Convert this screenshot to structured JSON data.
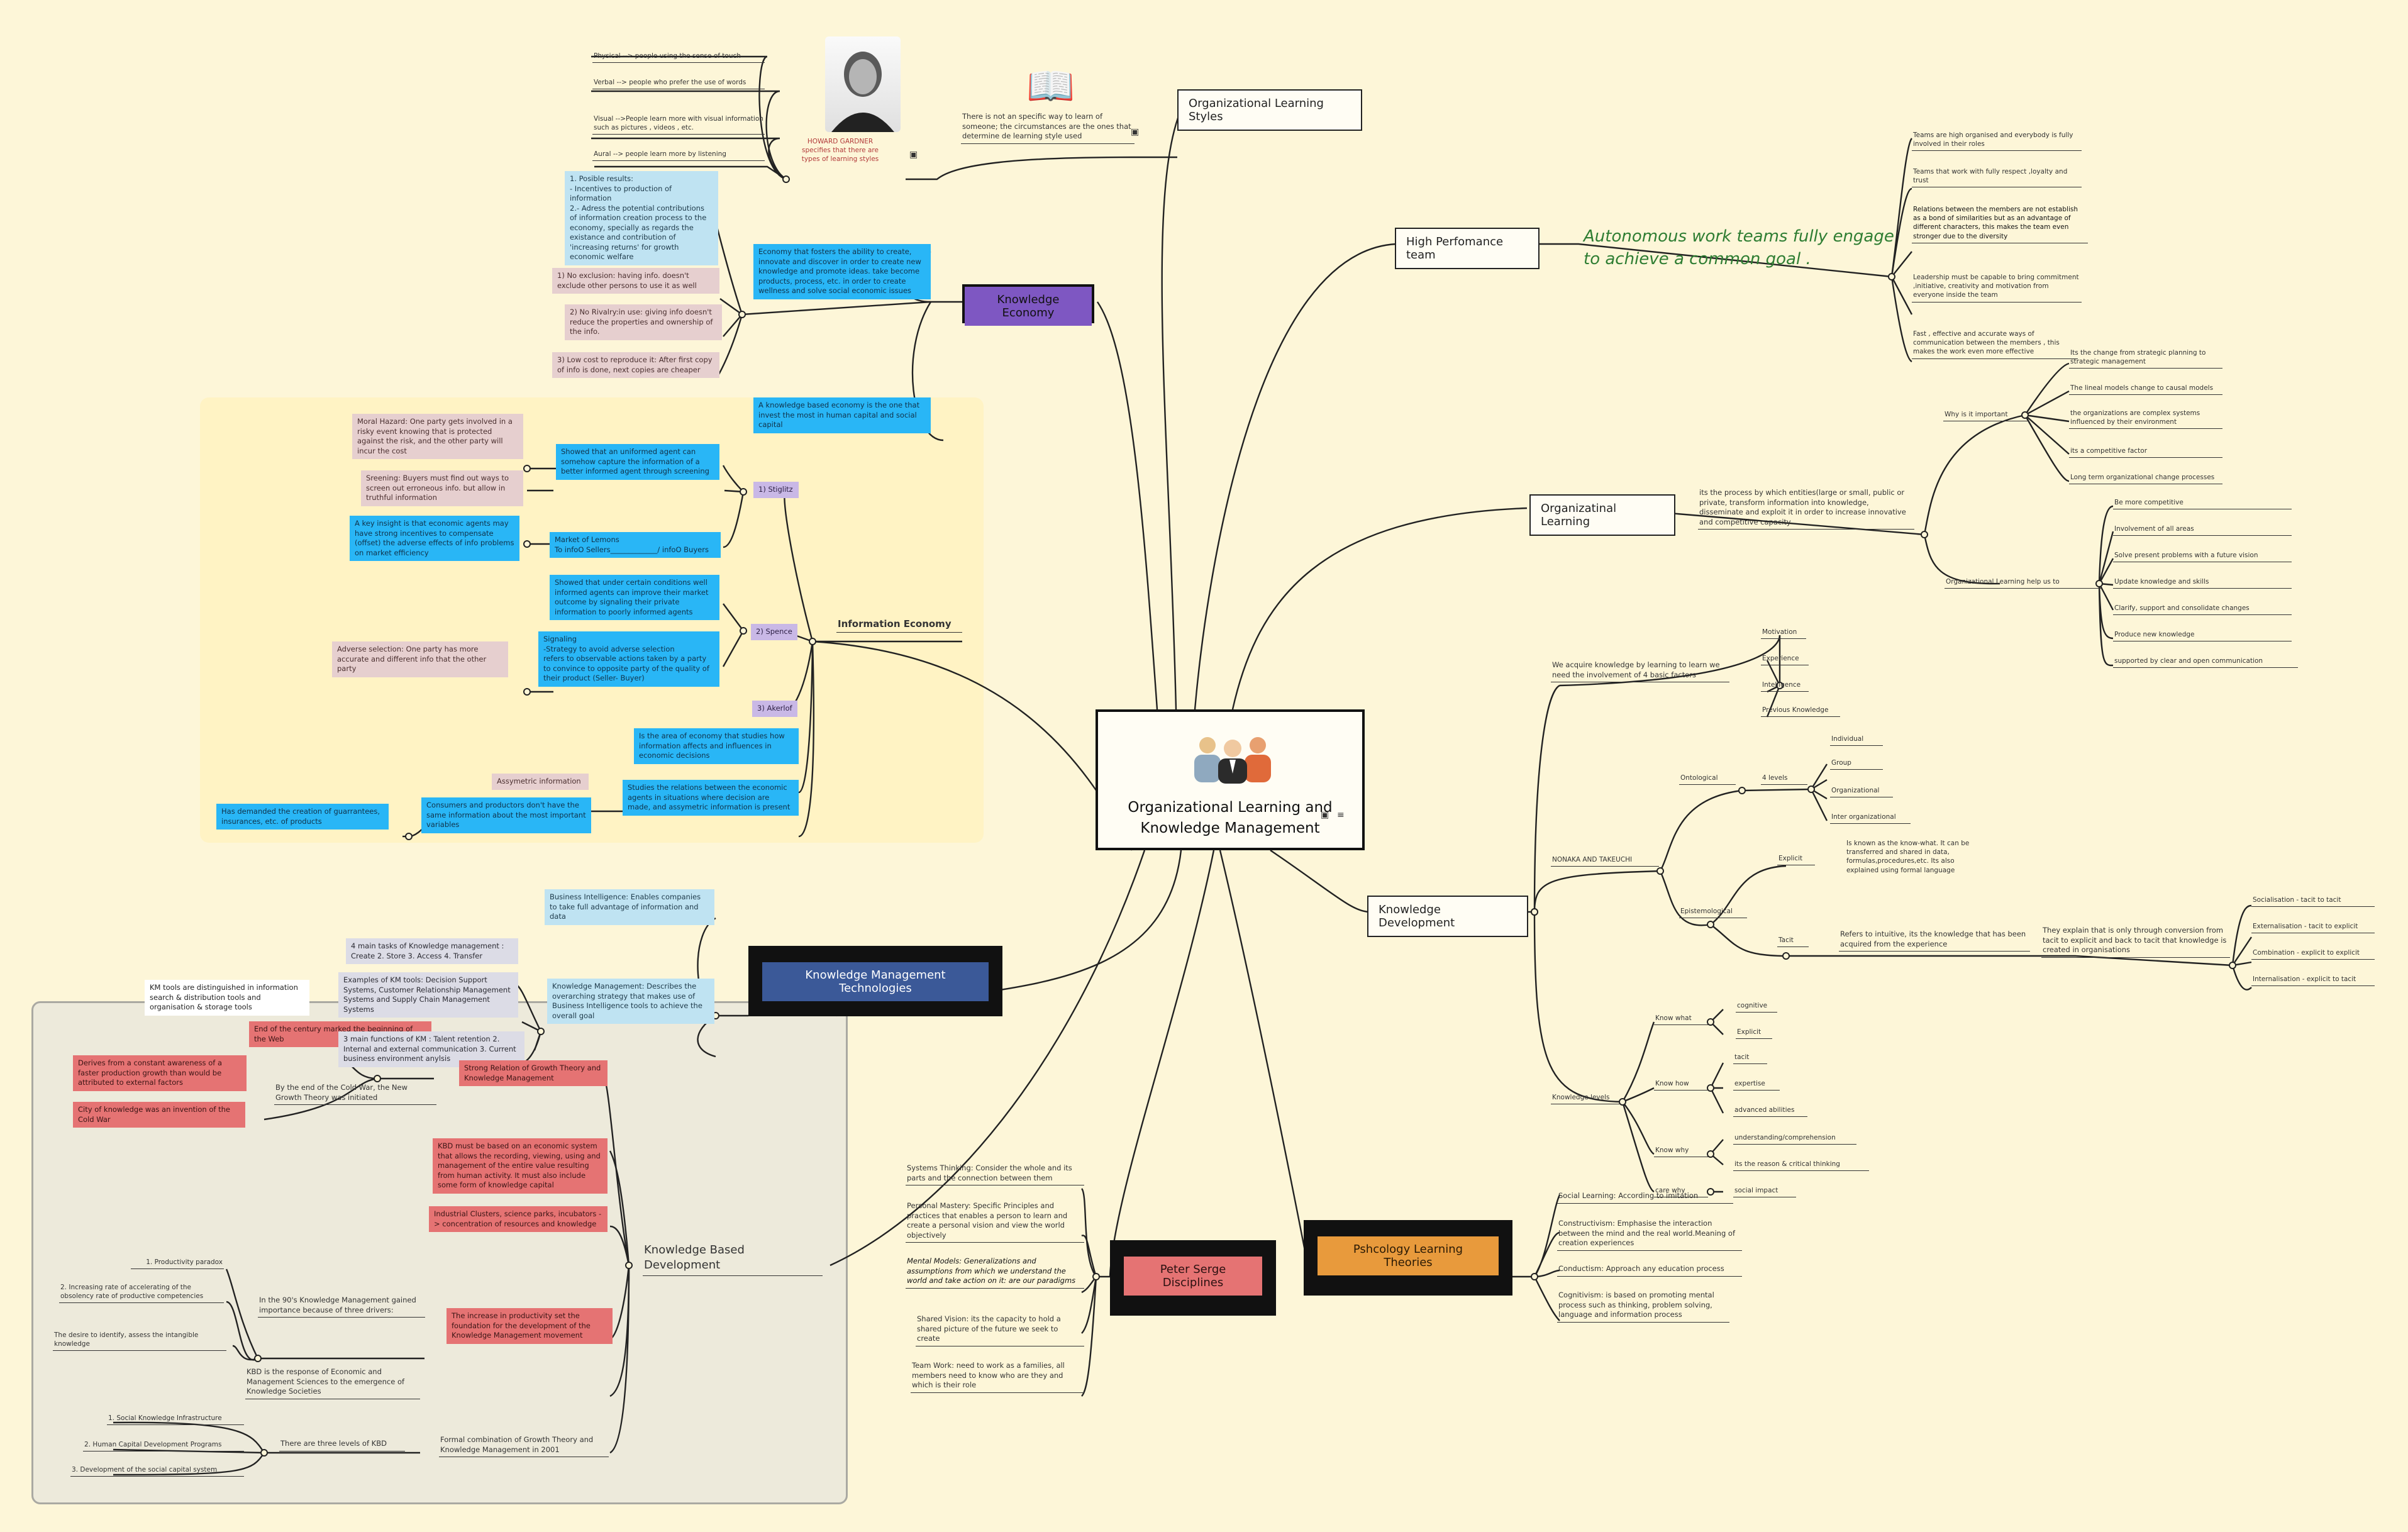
{
  "center": {
    "title": "Organizational Learning and Knowledge Management"
  },
  "branches": {
    "org_learning_styles": {
      "title": "Organizational Learning Styles",
      "intro": "There is not an specific way to learn of someone; the circumstances are the ones that determine de learning style used",
      "gardner": "HOWARD GARDNER specifies that there are types of learning styles",
      "styles": [
        "Physical --> people using the sense of touch",
        "Verbal --> people who prefer the use of words",
        "Visual -->People  learn more with visual information such as pictures , videos , etc.",
        "Aural --> people learn more by listening"
      ]
    },
    "knowledge_economy": {
      "title": "Knowledge Economy",
      "definition": "Economy that fosters the ability to create, innovate and discover in order to create new knowledge and promote ideas. take become products, process, etc. in order to create wellness and solve social economic issues",
      "definition2": "A knowledge based economy is the one that invest the most in human capital and social capital",
      "points": [
        "1. Posible results: \n- Incentives to production of information\n2.- Adress the potential contributions of information creation process to the economy, specially as regards the existance and contribution of 'increasing returns' for growth economic welfare",
        "1) No exclusion: having info. doesn't exclude other persons to use it as well",
        "2) No Rivalry:in use: giving info doesn't reduce the properties and ownership of the info.",
        "3) Low cost to reproduce it: After first copy of info is done, next copies are cheaper"
      ]
    },
    "information_economy": {
      "title": "Information Economy",
      "stiglitz": "1) Stiglitz",
      "spence": "2) Spence",
      "akerlof": "3) Akerlof",
      "stiglitz_text": "Showed that an uniformed agent can somehow capture the information of a better informed agent through screening",
      "moral_hazard": "Moral Hazard: One party gets involved in a risky event knowing that is protected against the risk, and the other party will incur the cost",
      "screening": "Sreening: Buyers must find out ways to screen out erroneous info. but allow in truthful information",
      "lemons": "Market of Lemons\nTo infoO Sellers_____________/ infoO Buyers",
      "insight": "A key insight is that economic agents may have strong incentives to compensate (offset) the adverse effects of info problems on market efficiency",
      "spence_text": "Showed that under certain conditions well informed agents can improve their market outcome by signaling their private information to poorly informed agents",
      "signaling": "Signaling\n-Strategy to avoid adverse selection\nrefers to observable actions taken by a party to convince to opposite party of the quality of their product (Seller- Buyer)",
      "adverse": "Adverse selection: One party has more accurate and different info that the other party",
      "area": "Is the area of economy that studies how information affects and influences in economic decisions",
      "studies": "Studies the relations between the economic agents in situations where decision are made, and assymetric information is present",
      "asym": "Assymetric information",
      "consumers": "Consumers and productors don't have the same information about the most important variables",
      "demanded": "Has demanded the creation of guarrantees, insurances, etc. of products"
    },
    "km_tech": {
      "title": "Knowledge Management Technologies",
      "bi": "Business Intelligence: Enables companies to take full advantage of information and data",
      "km": "Knowledge Management: Describes the overarching strategy that makes use of Business Intelligence tools to achieve the overall goal",
      "tasks": "4 main tasks of Knowledge management : Create 2. Store 3. Access 4. Transfer",
      "examples": "Examples of KM tools: Decision Support Systems, Customer Relationship Management Systems and Supply Chain Management Systems",
      "kmtools": "KM tools are distinguished in information search & distribution tools and organisation & storage tools",
      "functions": "3 main functions of KM : Talent retention 2. Internal and external communication 3. Current business environment anylsis"
    },
    "kbd": {
      "title": "Knowledge Based Development",
      "end_century": "End of the century marked the beginning of the Web",
      "growth_link": "Strong Relation of Growth Theory and Knowledge Management",
      "derives": "Derives from a constant awareness of a faster production growth than would be attributed to external factors",
      "cold_war": "By the end of the Cold War, the New Growth Theory was initiated",
      "city": "City of knowledge was an invention of the Cold War",
      "kbd_based": "KBD must be based on an economic system that allows the recording, viewing, using and management of the entire value resulting from human activity. It must also include some form of knowledge capital",
      "clusters": "Industrial Clusters, science parks, incubators -> concentration of resources and knowledge",
      "increase": "The increase in productivity set the foundation for the development of the Knowledge Management movement",
      "nineties": "In the 90's Knowledge Management gained importance because of three drivers:",
      "drivers": [
        "1. Productivity paradox",
        "2. Increasing rate of accelerating of the obsolency rate of productive competencies",
        "The desire to identify, assess the intangible knowledge"
      ],
      "response": "KBD is the response of Economic and Management Sciences to the emergence of Knowledge Societies",
      "formal": "Formal combination of Growth Theory and Knowledge Management in 2001",
      "levels_title": "There are three levels of KBD",
      "levels": [
        "1. Social Knowledge Infrastructure",
        "2. Human Capital Development Programs",
        "3. Development of the social capital system"
      ]
    },
    "senge": {
      "title": "Peter Serge Disciplines",
      "items": [
        "Systems Thinking: Consider the whole and its parts and the connection between them",
        "Personal Mastery: Specific Principles and practices that enables a person to learn and create a personal vision and view the world objectively",
        "Mental Models: Generalizations and assumptions from which we understand the world and take action on it: are our paradigms",
        "Shared Vision: its the capacity to hold a shared picture of the future we seek to create",
        "Team Work: need to work as a families, all members need to know who are they and which is their role"
      ]
    },
    "psych": {
      "title": "Pshcology Learning Theories",
      "items": [
        "Social Learning: According to imitation",
        "Constructivism: Emphasise the interaction between the mind and the real world.Meaning of creation experiences",
        "Conductism: Approach any education process",
        "Cognitivism: is based on promoting mental process such as thinking, problem solving, language and information process"
      ]
    },
    "knowledge_dev": {
      "title": "Knowledge Development",
      "acquire": "We acquire knowledge by learning to learn we need the involvement of 4 basic factors",
      "factors": [
        "Motivation",
        "Experience",
        "Intelligence",
        "Previous Knowledge"
      ],
      "nonaka": "NONAKA AND TAKEUCHI",
      "ontological": "Ontological",
      "four_levels": "4 levels",
      "levels": [
        "Individual",
        "Group",
        "Organizational",
        "Inter organizational"
      ],
      "epistemological": "Epistemological",
      "explicit": "Explicit",
      "explicit_text": "Is known as the know-what. It can be transferred and shared in data, formulas,procedures,etc. Its also explained using formal language",
      "tacit": "Tacit",
      "tacit_text": "Refers to intuitive, its the knowledge that has been acquired from the experience",
      "conversion": "They explain that is only through conversion from tacit to explicit and back to tacit that knowledge is created in organisations",
      "modes": [
        "Socialisation - tacit to tacit",
        "Externalisation - tacit to explicit",
        "Combination - explicit to explicit",
        "Internalisation - explicit to tacit"
      ],
      "k_levels": "Knowledge levels",
      "know_what": "Know what",
      "know_what_items": [
        "cognitive",
        "Explicit"
      ],
      "know_how": "Know how",
      "know_how_items": [
        "tacit",
        "expertise",
        "advanced abilities"
      ],
      "know_why": "Know why",
      "know_why_items": [
        "understanding/comprehension",
        "its the reason & critical thinking"
      ],
      "care_why": "care why",
      "care_why_items": [
        "social impact"
      ]
    },
    "org_learning": {
      "title": "Organizatinal Learning",
      "definition": "its the process by which entities(large or small, public or private, transform information into knowledge, disseminate and exploit it in order to increase innovative and competitive capacity",
      "why": "Why is it important",
      "why_items": [
        "Its the change from strategic planning to strategic management",
        "The lineal models change to causal models",
        "the organizations are complex systems influenced by their environment",
        "its a competitive factor",
        "Long term organizational change processes"
      ],
      "help": "Organizational Learning help us to",
      "help_items": [
        "Be more competitive",
        "Involvement of all areas",
        "Solve  present problems with a future vision",
        "Update knowledge and skills",
        "Clarify, support and consolidate changes",
        "Produce new knowledge",
        "supported by clear and open communication"
      ]
    },
    "high_perf": {
      "title": "High Perfomance team",
      "quote": "Autonomous work teams fully engage to achieve a common goal .",
      "items": [
        "Teams are  high organised and everybody is fully involved in their roles",
        "Teams that work with fully respect ,loyalty and trust",
        "Relations between the members are not establish as a  bond of similarities  but as an advantage of  different characters, this makes  the team even stronger  due to the diversity",
        "Leadership must be capable to bring commitment ,initiative, creativity and motivation from everyone inside the team",
        "Fast , effective and accurate ways of communication between the members , this makes the work even more effective"
      ]
    }
  },
  "colors": {
    "background": "#FDF6D8",
    "blue": "#29B6F6",
    "red": "#E57373",
    "pink": "#E6CFCF",
    "lavender": "#C9B8E6",
    "quote_green": "#2E7D32",
    "km_inner": "#3B5998",
    "senge_inner": "#E57373",
    "psych_inner": "#E89A3C",
    "ke_box": "#7E57C2"
  }
}
